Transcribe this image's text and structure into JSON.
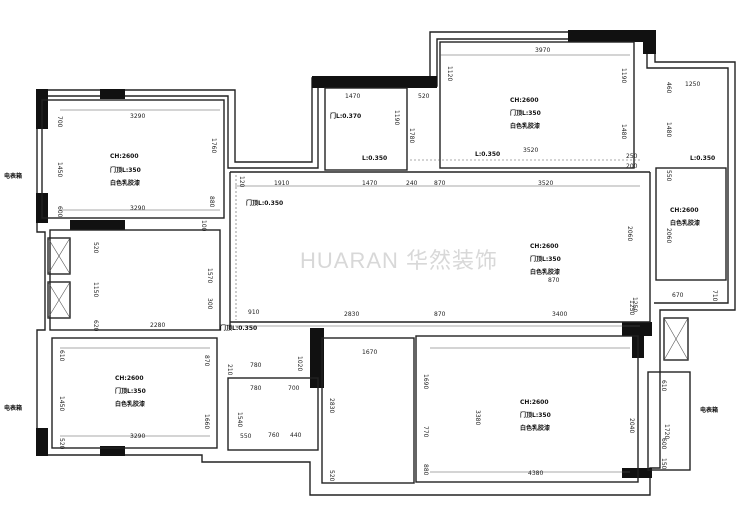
{
  "watermark": "HUARAN 华然装饰",
  "rooms": [
    {
      "id": "bed-left-top",
      "ceiling": "CH:2600",
      "label": "白色乳胶漆",
      "level": "门顶L:350"
    },
    {
      "id": "bed-left-bottom",
      "ceiling": "CH:2600",
      "label": "白色乳胶漆",
      "level": "门顶L:350"
    },
    {
      "id": "bed-top-right",
      "ceiling": "CH:2600",
      "label": "白色乳胶漆",
      "level": "门顶L:350"
    },
    {
      "id": "living",
      "ceiling": "CH:2600",
      "label": "白色乳胶漆",
      "level": "门顶L:350"
    },
    {
      "id": "balcony",
      "ceiling": "CH:2600",
      "label": "白色乳胶漆",
      "level": ""
    },
    {
      "id": "bed-bottom-right",
      "ceiling": "CH:2600",
      "label": "白色乳胶漆",
      "level": "门顶L:350"
    }
  ],
  "level_marks": [
    "门L:0.370",
    "L:0.350",
    "L:0.350",
    "L:0.350",
    "门顶L:0.350",
    "门顶L:0.350"
  ],
  "dimensions": {
    "top": [
      "1470",
      "1190",
      "3970",
      "1120",
      "1190",
      "520",
      "1780",
      "1480",
      "3520",
      "250",
      "200",
      "1250",
      "460",
      "1480",
      "550",
      "2060",
      "710",
      "670",
      "1250"
    ],
    "left_top": [
      "3290",
      "700",
      "1450",
      "600",
      "3290",
      "1760",
      "880",
      "120",
      "100"
    ],
    "mid": [
      "1910",
      "1470",
      "240",
      "870",
      "3520",
      "870",
      "2060",
      "1570",
      "1150",
      "520",
      "300",
      "620",
      "2280",
      "910",
      "2830",
      "870",
      "3400",
      "1250"
    ],
    "bottom": [
      "610",
      "1450",
      "520",
      "3290",
      "870",
      "1660",
      "210",
      "780",
      "1020",
      "700",
      "1540",
      "550",
      "780",
      "760",
      "440",
      "2830",
      "520",
      "1670",
      "1690",
      "770",
      "880",
      "3380",
      "4380",
      "2040",
      "1720",
      "600",
      "150",
      "610"
    ]
  },
  "side_marks": [
    "电表箱",
    "电表箱",
    "电表箱"
  ]
}
